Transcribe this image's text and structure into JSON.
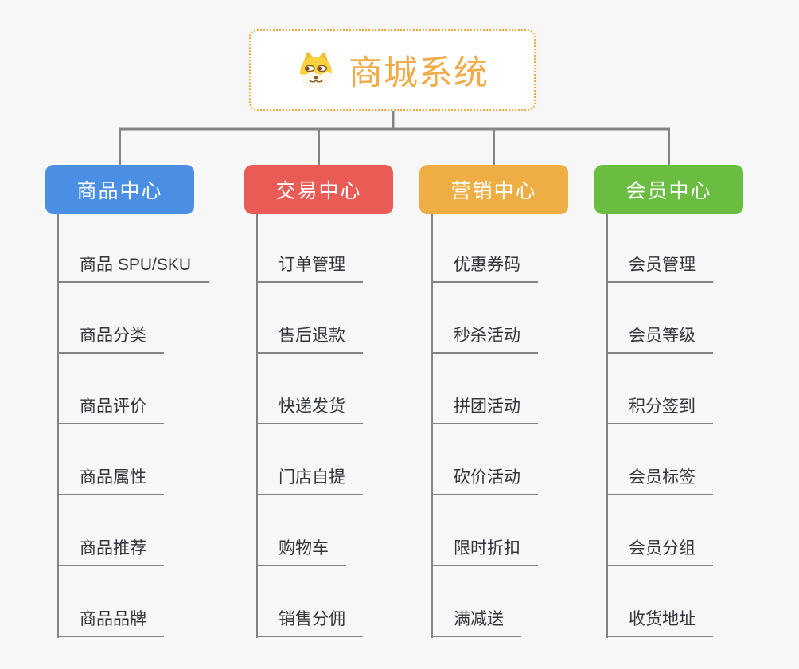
{
  "page": {
    "background_color": "#f7f7f7",
    "line_color": "#848484"
  },
  "root": {
    "title": "商城系统",
    "title_color": "#f0ac4b",
    "border_color": "#f3a93c",
    "icon": "dog-face-icon"
  },
  "branches": [
    {
      "label": "商品中心",
      "color": "#4a8fe4",
      "items": [
        "商品 SPU/SKU",
        "商品分类",
        "商品评价",
        "商品属性",
        "商品推荐",
        "商品品牌"
      ]
    },
    {
      "label": "交易中心",
      "color": "#eb5b55",
      "items": [
        "订单管理",
        "售后退款",
        "快递发货",
        "门店自提",
        "购物车",
        "销售分佣"
      ]
    },
    {
      "label": "营销中心",
      "color": "#efae44",
      "items": [
        "优惠券码",
        "秒杀活动",
        "拼团活动",
        "砍价活动",
        "限时折扣",
        "满减送"
      ]
    },
    {
      "label": "会员中心",
      "color": "#6abd40",
      "items": [
        "会员管理",
        "会员等级",
        "积分签到",
        "会员标签",
        "会员分组",
        "收货地址"
      ]
    }
  ]
}
